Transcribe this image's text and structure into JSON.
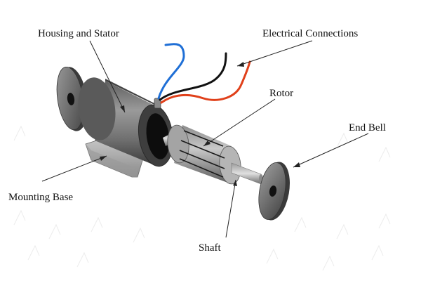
{
  "labels": {
    "housing_and_stator": "Housing and Stator",
    "electrical_connections": "Electrical Connections",
    "rotor": "Rotor",
    "end_bell": "End Bell",
    "mounting_base": "Mounting Base",
    "shaft": "Shaft"
  },
  "colors": {
    "wire_blue": "#1f6fd6",
    "wire_black": "#111111",
    "wire_red": "#e0401a",
    "metal_dark": "#4a4a4a",
    "metal_mid": "#7d7d7d",
    "metal_light": "#bdbdbd"
  }
}
